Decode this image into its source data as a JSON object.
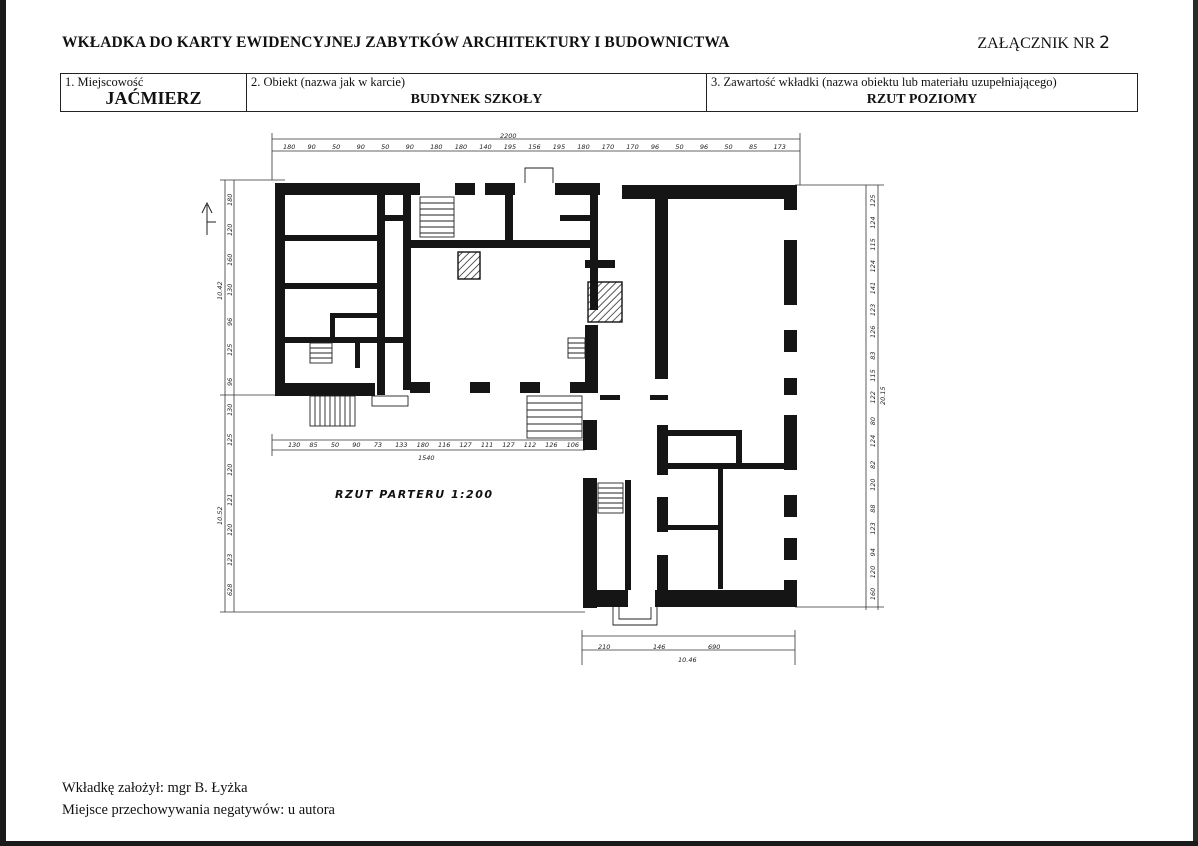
{
  "header": {
    "title": "WKŁADKA DO KARTY EWIDENCYJNEJ ZABYTKÓW ARCHITEKTURY I BUDOWNICTWA",
    "annex_label": "ZAŁĄCZNIK NR",
    "annex_number": "2"
  },
  "fields": [
    {
      "label": "1. Miejscowość",
      "value": "JAĆMIERZ"
    },
    {
      "label": "2. Obiekt (nazwa jak w karcie)",
      "value": "BUDYNEK SZKOŁY"
    },
    {
      "label": "3. Zawartość wkładki (nazwa obiektu lub materiału uzupełniającego)",
      "value": "RZUT POZIOMY"
    }
  ],
  "drawing": {
    "plan_title": "RZUT PARTERU 1:200",
    "top_total": "2200",
    "top_dims": [
      "180",
      "90",
      "50",
      "90",
      "50",
      "90",
      "180",
      "180",
      "140",
      "195",
      "156",
      "195",
      "180",
      "170",
      "170",
      "96",
      "50",
      "96",
      "50",
      "85",
      "173"
    ],
    "mid_total": "1540",
    "mid_dims": [
      "130",
      "85",
      "50",
      "90",
      "73",
      "133",
      "180",
      "116",
      "127",
      "111",
      "127",
      "112",
      "126",
      "106"
    ],
    "bottom_total": "10.46",
    "bottom_dims": [
      "210",
      "146",
      "690"
    ],
    "left_dims": [
      "180",
      "120",
      "160",
      "130",
      "96",
      "125",
      "96",
      "130",
      "125",
      "120",
      "121",
      "120",
      "123",
      "628"
    ],
    "left_total_upper": "10.42",
    "left_total_lower": "10.52",
    "right_dims": [
      "125",
      "124",
      "115",
      "124",
      "141",
      "123",
      "126",
      "83",
      "115",
      "122",
      "80",
      "124",
      "82",
      "120",
      "88",
      "123",
      "94",
      "120",
      "160"
    ],
    "right_total": "20.15"
  },
  "footer": {
    "created_by": "Wkładkę założył: mgr B. Łyżka",
    "negatives_location": "Miejsce przechowywania negatywów:  u autora"
  }
}
